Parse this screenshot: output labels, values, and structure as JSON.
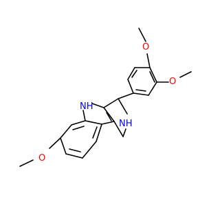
{
  "molecule": {
    "atom_labels": {
      "indole_nh": "NH",
      "ring_nh": "NH",
      "o_top": "O",
      "o_right": "O",
      "o_bottom": "O"
    }
  },
  "colors": {
    "bond": "#000000",
    "nitrogen": "#0000ff",
    "oxygen": "#ff0000",
    "background": "#ffffff"
  }
}
